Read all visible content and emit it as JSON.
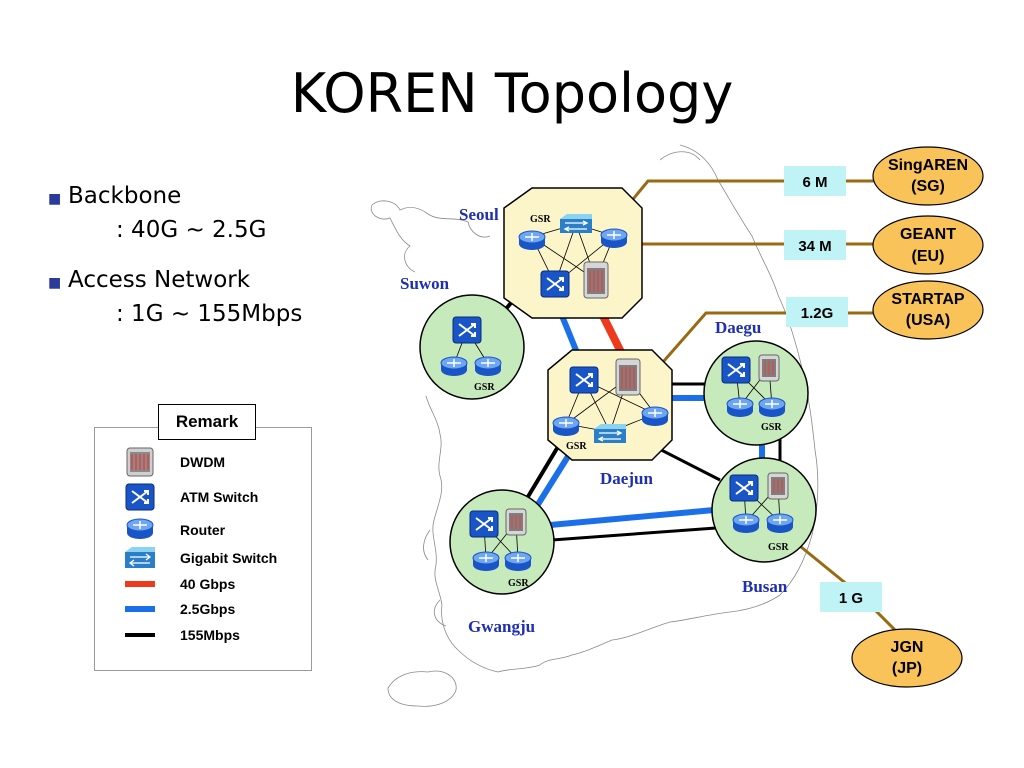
{
  "slide": {
    "title": "KOREN Topology"
  },
  "bullets": [
    {
      "label": "Backbone",
      "detail": ": 40G ~ 2.5G"
    },
    {
      "label": "Access Network",
      "detail": ": 1G ~ 155Mbps"
    }
  ],
  "legend": {
    "title": "Remark",
    "items": [
      {
        "label": "DWDM",
        "icon": "dwdm-icon"
      },
      {
        "label": "ATM Switch",
        "icon": "atm-switch-icon"
      },
      {
        "label": "Router",
        "icon": "router-icon"
      },
      {
        "label": "Gigabit Switch",
        "icon": "gigabit-switch-icon"
      },
      {
        "label": "40 Gbps",
        "color": "#ee3a1c"
      },
      {
        "label": "2.5Gbps",
        "color": "#1b6fe8"
      },
      {
        "label": "155Mbps",
        "color": "#000000"
      }
    ]
  },
  "nodes": {
    "seoul": {
      "name": "Seoul",
      "gsr": "GSR"
    },
    "suwon": {
      "name": "Suwon",
      "gsr": "GSR"
    },
    "daejun": {
      "name": "Daejun",
      "gsr": "GSR"
    },
    "daegu": {
      "name": "Daegu",
      "gsr": "GSR"
    },
    "gwangju": {
      "name": "Gwangju",
      "gsr": "GSR"
    },
    "busan": {
      "name": "Busan",
      "gsr": "GSR"
    }
  },
  "external": [
    {
      "name": "SingAREN",
      "region": "(SG)",
      "bandwidth": "6 M"
    },
    {
      "name": "GEANT",
      "region": "(EU)",
      "bandwidth": "34 M"
    },
    {
      "name": "STARTAP",
      "region": "(USA)",
      "bandwidth": "1.2G"
    },
    {
      "name": "JGN",
      "region": "(JP)",
      "bandwidth": "1 G"
    }
  ],
  "colors": {
    "link_40g": "#ee3a1c",
    "link_2_5g": "#1b6fe8",
    "link_155m": "#000000",
    "external_link": "#9a6a12",
    "node_fill": "#fbf5c9",
    "external_fill": "#f9c35a",
    "bandwidth_box": "#bff3f6",
    "city_text": "#1e2fb0"
  }
}
